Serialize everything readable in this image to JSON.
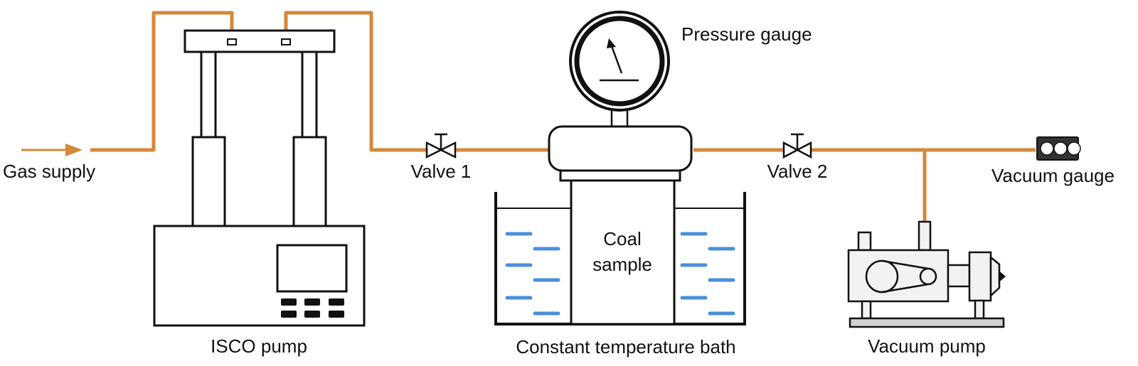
{
  "labels": {
    "gas_supply": "Gas supply",
    "isco_pump": "ISCO pump",
    "valve_1": "Valve 1",
    "valve_2": "Valve 2",
    "pressure_gauge": "Pressure gauge",
    "coal_sample_line1": "Coal",
    "coal_sample_line2": "sample",
    "bath": "Constant temperature bath",
    "vacuum_gauge": "Vacuum gauge",
    "vacuum_pump": "Vacuum pump"
  },
  "colors": {
    "pipe": "#D4883A",
    "outline": "#111111",
    "water": "#4A90D9",
    "pump_fill": "#F2F2F2",
    "accent_dark": "#222222"
  }
}
